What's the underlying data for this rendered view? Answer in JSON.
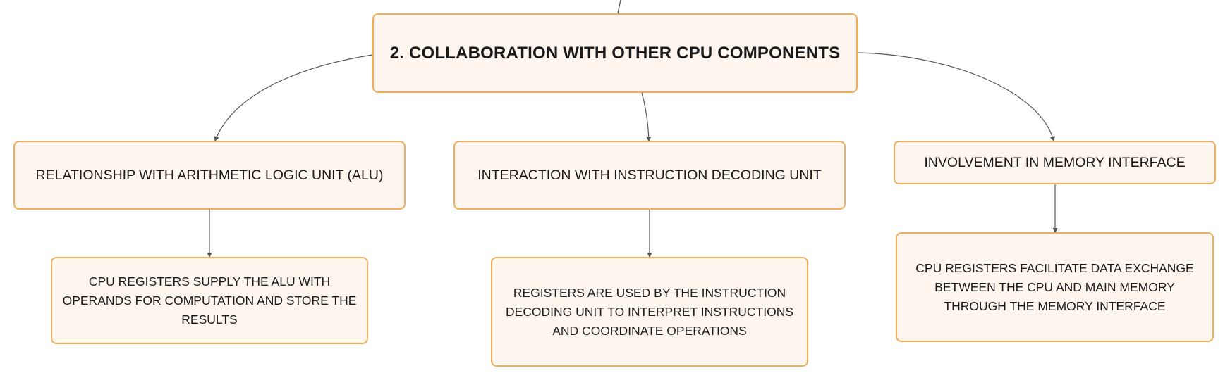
{
  "colors": {
    "node_fill": "#fef6ee",
    "node_border": "#f1ad5c",
    "connector": "#555555",
    "text": "#1a1a1a"
  },
  "diagram": {
    "root": {
      "label": "2. Collaboration with Other CPU Components"
    },
    "branches": [
      {
        "label": "Relationship with Arithmetic Logic Unit (ALU)",
        "detail": "CPU registers supply the ALU with operands for computation and store the results"
      },
      {
        "label": "Interaction with Instruction Decoding Unit",
        "detail": "Registers are used by the Instruction Decoding Unit to interpret instructions and coordinate operations"
      },
      {
        "label": "Involvement in Memory Interface",
        "detail": "CPU registers facilitate data exchange between the CPU and main memory through the memory interface"
      }
    ]
  }
}
